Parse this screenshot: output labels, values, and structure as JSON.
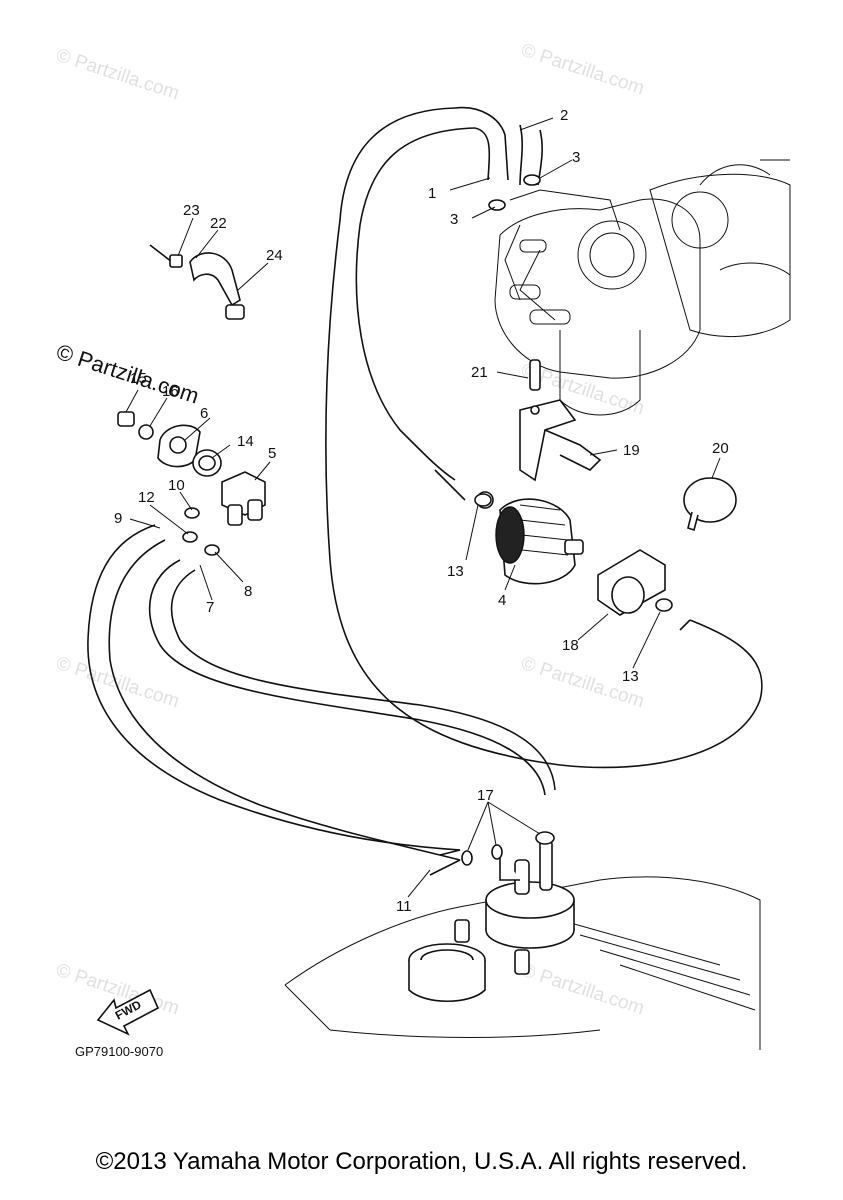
{
  "watermark": {
    "text": "© Partzilla.com"
  },
  "callouts": {
    "c1": "1",
    "c2": "2",
    "c3a": "3",
    "c3b": "3",
    "c4": "4",
    "c5": "5",
    "c6": "6",
    "c7": "7",
    "c8": "8",
    "c9": "9",
    "c10": "10",
    "c11": "11",
    "c12": "12",
    "c13a": "13",
    "c13b": "13",
    "c14": "14",
    "c15": "15",
    "c16": "16",
    "c17": "17",
    "c18": "18",
    "c19": "19",
    "c20": "20",
    "c21": "21",
    "c22": "22",
    "c23": "23",
    "c24": "24"
  },
  "fwd_label": "FWD",
  "diagram_code": "GP79100-9070",
  "copyright": "©2013 Yamaha Motor Corporation, U.S.A. All rights reserved."
}
